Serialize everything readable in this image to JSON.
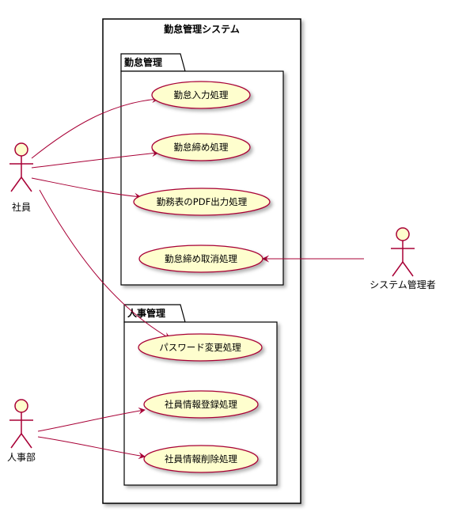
{
  "system": {
    "title": "勤怠管理システム"
  },
  "packages": [
    {
      "id": "attendance",
      "title": "勤怠管理"
    },
    {
      "id": "hr",
      "title": "人事管理"
    }
  ],
  "usecases": [
    {
      "id": "uc1",
      "label": "勤怠入力処理"
    },
    {
      "id": "uc2",
      "label": "勤怠締め処理"
    },
    {
      "id": "uc3",
      "label": "勤務表のPDF出力処理"
    },
    {
      "id": "uc4",
      "label": "勤怠締め取消処理"
    },
    {
      "id": "uc5",
      "label": "パスワード変更処理"
    },
    {
      "id": "uc6",
      "label": "社員情報登録処理"
    },
    {
      "id": "uc7",
      "label": "社員情報削除処理"
    }
  ],
  "actors": [
    {
      "id": "employee",
      "label": "社員"
    },
    {
      "id": "hrdept",
      "label": "人事部"
    },
    {
      "id": "sysadmin",
      "label": "システム管理者"
    }
  ],
  "colors": {
    "usecase_fill": "#FEFECE",
    "usecase_stroke": "#A80036",
    "line": "#A80036",
    "frame": "#000000"
  }
}
